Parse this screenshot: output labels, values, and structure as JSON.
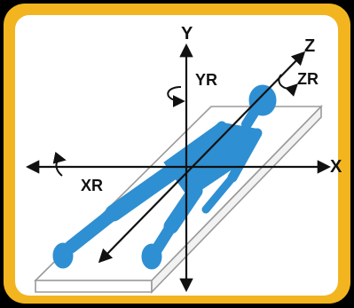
{
  "diagram": {
    "labels": {
      "y_axis": "Y",
      "x_axis": "X",
      "z_axis": "Z",
      "y_rotation": "YR",
      "x_rotation": "XR",
      "z_rotation": "ZR"
    },
    "colors": {
      "frame": "#F2B51F",
      "panel": "#FFFFFF",
      "body": "#2E8FD2",
      "axis": "#111111",
      "board_edge": "#9A9A9A",
      "background": "#000000"
    }
  }
}
